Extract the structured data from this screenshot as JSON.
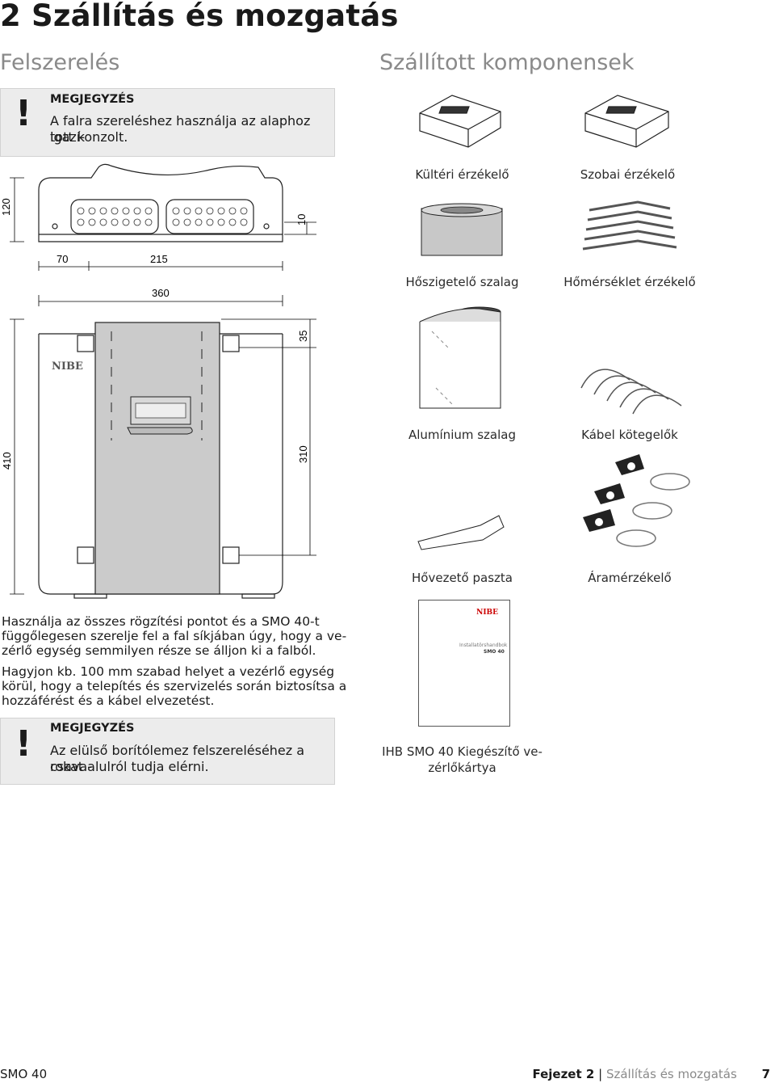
{
  "page": {
    "chapter_title": "2  Szállítás és mozgatás",
    "left_heading": "Felszerelés",
    "right_heading": "Szállított komponensek"
  },
  "note1": {
    "mark": "!",
    "heading": "MEGJEGYZÉS",
    "text_lines": [
      "A falra szereléshez használja az alaphoz igazí-",
      "tott konzolt."
    ]
  },
  "dimensions": {
    "height_unit": "120",
    "depth_top": "10",
    "offset_left": "70",
    "hole_spacing": "215",
    "width": "360",
    "top_offset": "35",
    "height_front": "410",
    "hole_vertical": "310"
  },
  "brand": "NIBE",
  "body": {
    "para1_lines": [
      "Használja az összes rögzítési pontot és a SMO 40-t",
      "függőlegesen szerelje fel a fal síkjában úgy, hogy a ve-",
      "zérlő egység semmilyen része se álljon ki a falból."
    ],
    "para2_lines": [
      "Hagyjon kb. 100 mm szabad helyet a vezérlő egység",
      "körül, hogy a telepítés és szervizelés során biztosítsa a",
      "hozzáférést és a kábel elvezetést."
    ]
  },
  "note2": {
    "mark": "!",
    "heading": "MEGJEGYZÉS",
    "text_lines": [
      "Az elülső borítólemez felszereléséhez a csava-",
      "rokat alulról tudja elérni."
    ]
  },
  "components": {
    "outdoor_sensor": "Kültéri érzékelő",
    "room_sensor": "Szobai érzékelő",
    "insulation_tape": "Hőszigetelő szalag",
    "temp_sensor": "Hőmérséklet érzékelő",
    "alu_tape": "Alumínium szalag",
    "cable_ties": "Kábel kötegelők",
    "heat_paste": "Hővezető paszta",
    "current_sensor": "Áramérzékelő",
    "manual_lines": [
      "IHB SMO 40 Kiegészítő ve-",
      "zérlőkártya"
    ]
  },
  "manual_cover": {
    "title": "Installatörshandbok",
    "model": "SMO 40"
  },
  "footer": {
    "product": "SMO 40",
    "chapter_label": "Fejezet 2",
    "separator": "|",
    "chapter_name": "Szállítás és mozgatás",
    "page_number": "7"
  }
}
